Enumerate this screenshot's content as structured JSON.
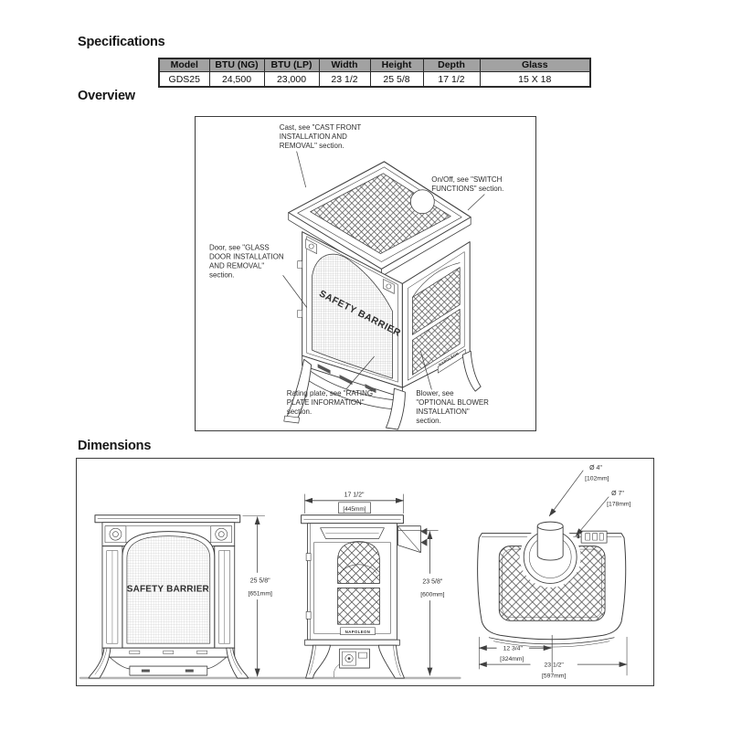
{
  "colors": {
    "line": "#3f3f3f",
    "ground": "#b5b5b5",
    "table_header_bg": "#a2a2a2",
    "table_border": "#2b2b2b",
    "background": "#ffffff"
  },
  "headings": {
    "specifications": "Specifications",
    "overview": "Overview",
    "dimensions": "Dimensions"
  },
  "spec_table": {
    "headers": [
      "Model",
      "BTU (NG)",
      "BTU (LP)",
      "Width",
      "Height",
      "Depth",
      "Glass"
    ],
    "rows": [
      [
        "GDS25",
        "24,500",
        "23,000",
        "23 1/2",
        "25 5/8",
        "17 1/2",
        "15 X 18"
      ]
    ]
  },
  "overview": {
    "stove_text": {
      "safety_barrier": "SAFETY BARRIER",
      "brand": "NAPOLEON"
    },
    "callouts": {
      "cast": [
        "Cast, see \"CAST FRONT",
        "INSTALLATION AND",
        "REMOVAL\" section."
      ],
      "onoff": [
        "On/Off, see \"SWITCH",
        "FUNCTIONS\" section."
      ],
      "door": [
        "Door, see \"GLASS",
        "DOOR INSTALLATION",
        "AND REMOVAL\"",
        "section."
      ],
      "rating": [
        "Rating plate, see \"RATING",
        "PLATE INFORMATION\"",
        "section."
      ],
      "blower": [
        "Blower, see",
        "\"OPTIONAL BLOWER",
        "INSTALLATION\"",
        "section."
      ]
    }
  },
  "dimensions": {
    "front": {
      "glass_label": "SAFETY BARRIER",
      "height_in": "25 5/8\"",
      "height_mm": "[651mm]"
    },
    "side": {
      "brand": "NAPOLEON",
      "width_in": "17 1/2\"",
      "width_mm": "[445mm]",
      "height_in": "23 5/8\"",
      "height_mm": "[600mm]"
    },
    "top": {
      "flue_inner_in": "Ø 4\"",
      "flue_inner_mm": "[102mm]",
      "flue_outer_in": "Ø 7\"",
      "flue_outer_mm": "[178mm]",
      "center_offset_in": "12 3/4\"",
      "center_offset_mm": "[324mm]",
      "width_in": "23 1/2\"",
      "width_mm": "[597mm]"
    }
  }
}
